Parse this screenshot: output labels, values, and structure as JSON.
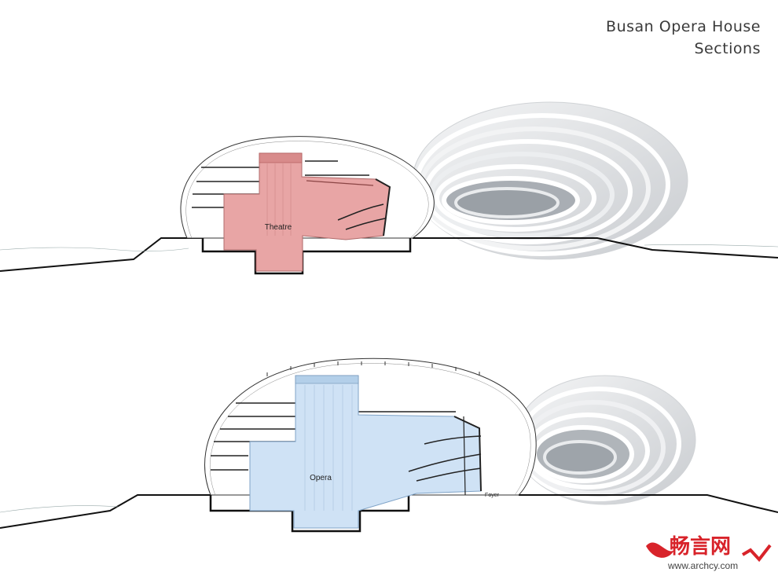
{
  "header": {
    "title": "Busan Opera House",
    "subtitle": "Sections"
  },
  "sections": {
    "top": {
      "room_label": "Theatre",
      "room_color": "#e8a5a5"
    },
    "bottom": {
      "room_label": "Opera",
      "room_color": "#cfe2f5",
      "foyer_label": "Foyer"
    }
  },
  "watermark": {
    "brand": "畅言网",
    "url": "www.archcy.com",
    "color": "#d8232a"
  }
}
